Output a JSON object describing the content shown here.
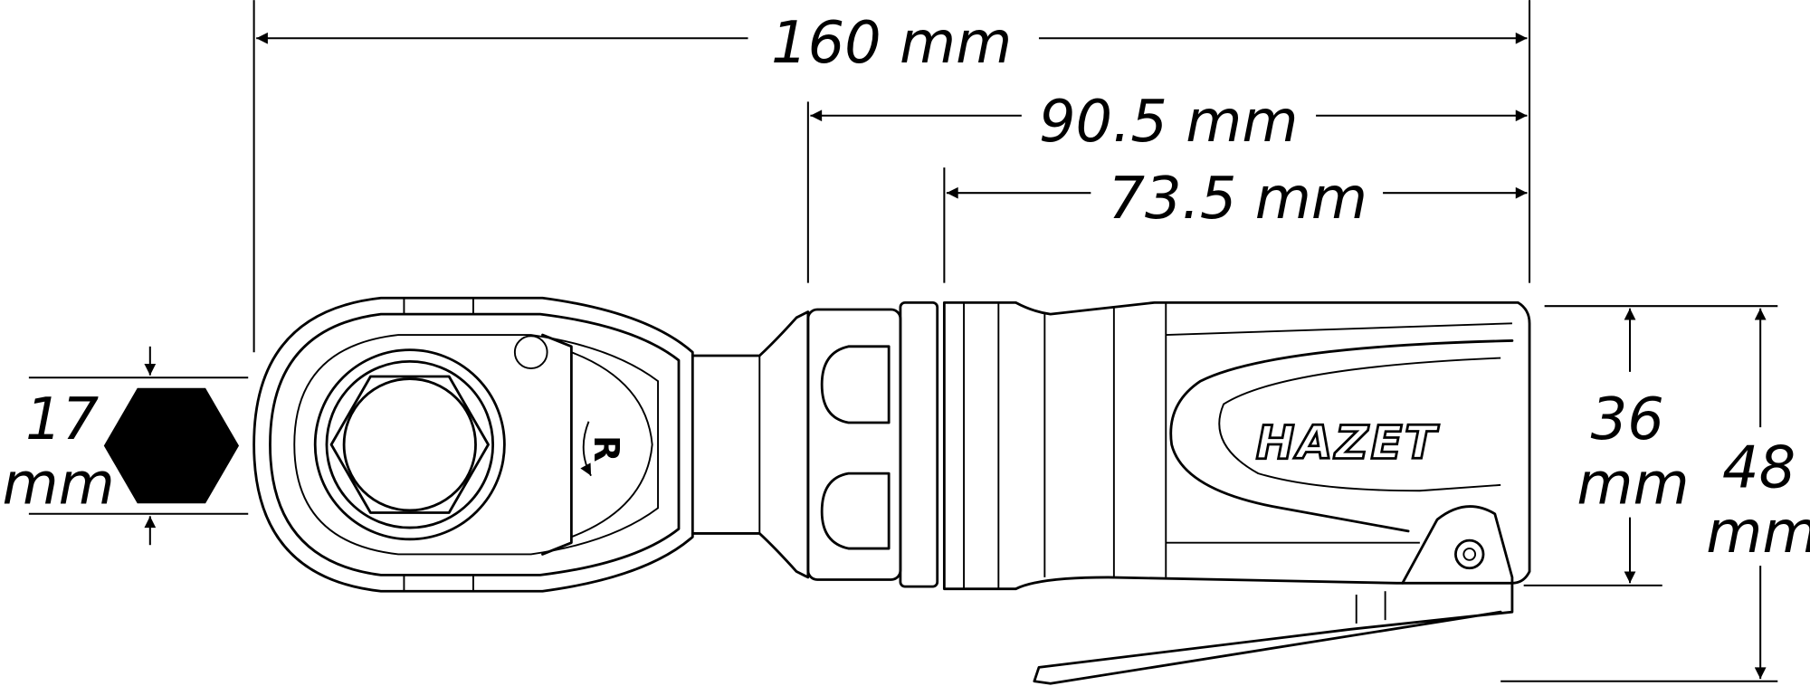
{
  "dimensions": {
    "overall_length": "160 mm",
    "head_offset_length": "90.5 mm",
    "body_length": "73.5 mm",
    "body_height_value": "36",
    "body_height_unit": "mm",
    "total_height_value": "48",
    "total_height_unit": "mm",
    "socket_size_value": "17",
    "socket_size_unit": "mm"
  },
  "tool": {
    "brand_logo": "HAZET",
    "direction_marking": "R"
  },
  "colors": {
    "line": "#000000",
    "background": "#ffffff"
  }
}
